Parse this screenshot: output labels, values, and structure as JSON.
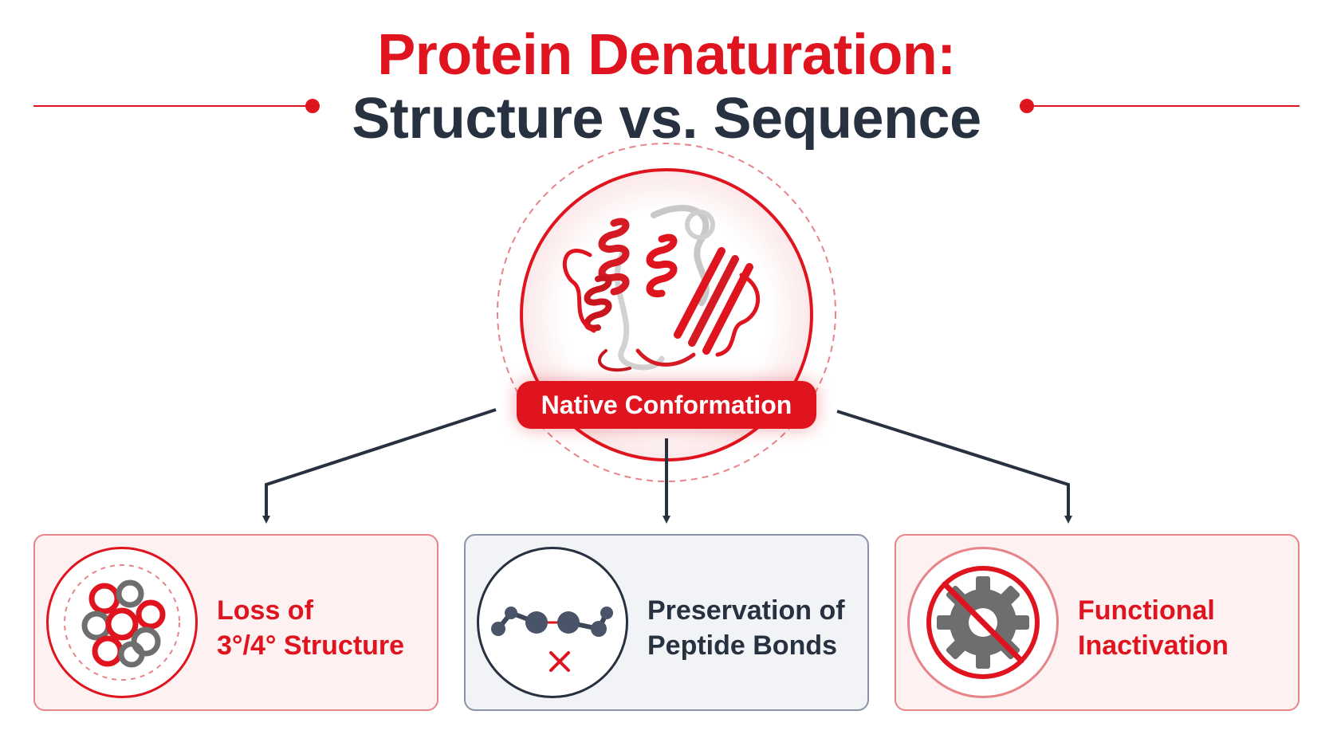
{
  "title": {
    "line1": "Protein Denaturation:",
    "line2": "Structure vs. Sequence"
  },
  "center": {
    "label": "Native Conformation"
  },
  "cards": [
    {
      "line1": "Loss of",
      "line2": "3°/4° Structure",
      "icon": "tangled-protein-icon"
    },
    {
      "line1": "Preservation of",
      "line2": "Peptide Bonds",
      "icon": "peptide-chain-icon"
    },
    {
      "line1": "Functional",
      "line2": "Inactivation",
      "icon": "crossed-gear-icon"
    }
  ],
  "colors": {
    "accent": "#e0141e",
    "dark": "#27313f",
    "card_red_bg": "#fdf1f1",
    "card_grey_bg": "#f1f3f7"
  }
}
